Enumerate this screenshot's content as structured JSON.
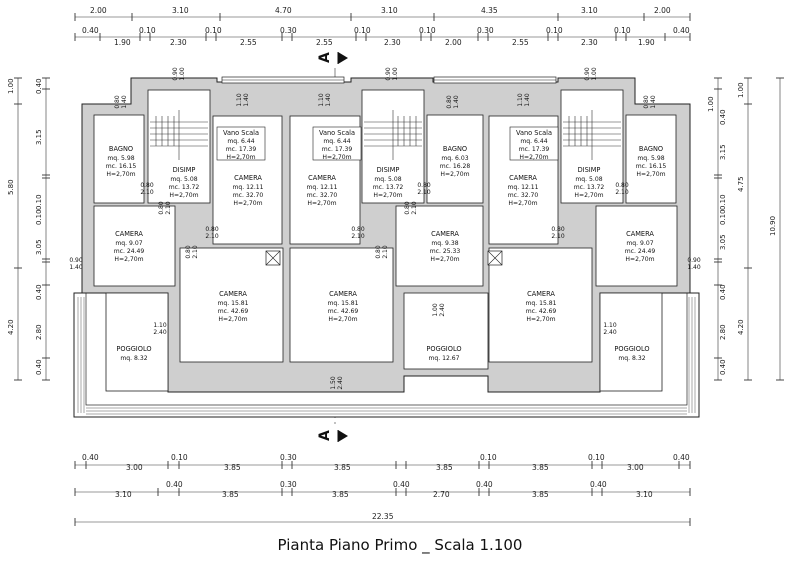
{
  "title": "Pianta Piano Primo _ Scala 1.100",
  "section_marker": "A",
  "top_dims_row1": [
    "2.00",
    "3.10",
    "4.70",
    "3.10",
    "4.35",
    "3.10",
    "2.00"
  ],
  "top_dims_row2": [
    "0.40",
    "1.90",
    "0.10",
    "2.30",
    "0.10",
    "2.55",
    "0.30",
    "2.55",
    "0.10",
    "2.30",
    "0.10",
    "2.00",
    "0.30",
    "2.55",
    "0.10",
    "2.30",
    "0.10",
    "1.90",
    "0.40"
  ],
  "bottom_dims_row1": [
    "0.40",
    "3.00",
    "0.10",
    "3.85",
    "0.30",
    "3.85",
    "0.10",
    "3.85",
    "0.10",
    "3.00",
    "0.40"
  ],
  "bottom_dims_row2": [
    "3.10",
    "0.40",
    "3.85",
    "0.30",
    "3.85",
    "0.40",
    "2.70",
    "0.40",
    "3.85",
    "0.40",
    "3.10"
  ],
  "bottom_total": "22.35",
  "left_dims_outer": [
    "1.00",
    "5.80",
    "4.20"
  ],
  "left_dims_inner": [
    "0.40",
    "3.15",
    "0.10",
    "3.05",
    "0.10",
    "0.40",
    "2.80",
    "0.40"
  ],
  "right_dims_outer": [
    "1.00",
    "4.75",
    "10.90",
    "4.20"
  ],
  "right_dims_inner": [
    "1.00",
    "0.40",
    "3.15",
    "0.10",
    "3.05",
    "0.10",
    "0.40",
    "2.80",
    "0.40"
  ],
  "rooms": [
    {
      "name": "BAGNO",
      "l1": "mq.   5.98",
      "l2": "mc. 16.15",
      "l3": "H=2,70m"
    },
    {
      "name": "DISIMP",
      "l1": "mq.   5.08",
      "l2": "mc. 13.72",
      "l3": "H=2,70m"
    },
    {
      "name": "Vano Scala",
      "l1": "mq.   6.44",
      "l2": "mc. 17.39",
      "l3": "H=2,70m"
    },
    {
      "name": "CAMERA",
      "l1": "mq. 12.11",
      "l2": "mc. 32.70",
      "l3": "H=2,70m"
    },
    {
      "name": "CAMERA",
      "l1": "mq. 12.11",
      "l2": "mc. 32.70",
      "l3": "H=2,70m"
    },
    {
      "name": "Vano Scala",
      "l1": "mq.   6.44",
      "l2": "mc. 17.39",
      "l3": "H=2,70m"
    },
    {
      "name": "DISIMP",
      "l1": "mq.   5.08",
      "l2": "mc. 13.72",
      "l3": "H=2,70m"
    },
    {
      "name": "BAGNO",
      "l1": "mq.   6.03",
      "l2": "mc. 16.28",
      "l3": "H=2,70m"
    },
    {
      "name": "Vano Scala",
      "l1": "mq.   6.44",
      "l2": "mc. 17.39",
      "l3": "H=2,70m"
    },
    {
      "name": "CAMERA",
      "l1": "mq. 12.11",
      "l2": "mc. 32.70",
      "l3": "H=2,70m"
    },
    {
      "name": "DISIMP",
      "l1": "mq.   5.08",
      "l2": "mc. 13.72",
      "l3": "H=2,70m"
    },
    {
      "name": "BAGNO",
      "l1": "mq.   5.98",
      "l2": "mc. 16.15",
      "l3": "H=2,70m"
    },
    {
      "name": "CAMERA",
      "l1": "mq.   9.07",
      "l2": "mc. 24.49",
      "l3": "H=2,70m"
    },
    {
      "name": "CAMERA",
      "l1": "mq.   9.38",
      "l2": "mc. 25.33",
      "l3": "H=2,70m"
    },
    {
      "name": "CAMERA",
      "l1": "mq.   9.07",
      "l2": "mc. 24.49",
      "l3": "H=2,70m"
    },
    {
      "name": "CAMERA",
      "l1": "mq. 15.81",
      "l2": "mc. 42.69",
      "l3": "H=2,70m"
    },
    {
      "name": "CAMERA",
      "l1": "mq. 15.81",
      "l2": "mc. 42.69",
      "l3": "H=2,70m"
    },
    {
      "name": "CAMERA",
      "l1": "mq. 15.81",
      "l2": "mc. 42.69",
      "l3": "H=2,70m"
    },
    {
      "name": "POGGIOLO",
      "l1": "mq. 8.32"
    },
    {
      "name": "POGGIOLO",
      "l1": "mq. 12.67"
    },
    {
      "name": "POGGIOLO",
      "l1": "mq. 8.32"
    }
  ],
  "openings": [
    {
      "a": "0.80",
      "b": "2.10"
    },
    {
      "a": "0.80",
      "b": "2.10"
    },
    {
      "a": "0.80",
      "b": "2.10"
    },
    {
      "a": "0.80",
      "b": "2.10"
    },
    {
      "a": "0.80",
      "b": "2.10"
    },
    {
      "a": "0.80",
      "b": "2.10"
    },
    {
      "a": "0.80",
      "b": "2.10"
    },
    {
      "a": "0.80",
      "b": "2.10"
    },
    {
      "a": "0.90",
      "b": "1.40"
    },
    {
      "a": "0.90",
      "b": "1.40"
    },
    {
      "a": "1.10",
      "b": "2.40"
    },
    {
      "a": "1.10",
      "b": "2.40"
    },
    {
      "a": "1.00",
      "b": "2.40"
    },
    {
      "a": "1.50",
      "b": "2.40"
    },
    {
      "a": "0.80",
      "b": "2.10"
    },
    {
      "a": "0.80",
      "b": "2.10"
    },
    {
      "a": "0.80",
      "b": "2.10"
    },
    {
      "a": "0.80",
      "b": "2.10"
    }
  ],
  "top_vert_openings": [
    {
      "a": "0.90",
      "b": "1.00"
    },
    {
      "a": "0.80",
      "b": "1.40"
    },
    {
      "a": "1.10",
      "b": "1.40"
    },
    {
      "a": "1.10",
      "b": "1.40"
    },
    {
      "a": "0.90",
      "b": "1.00"
    },
    {
      "a": "0.80",
      "b": "1.40"
    },
    {
      "a": "1.10",
      "b": "1.40"
    },
    {
      "a": "0.90",
      "b": "1.00"
    },
    {
      "a": "0.80",
      "b": "1.40"
    }
  ]
}
